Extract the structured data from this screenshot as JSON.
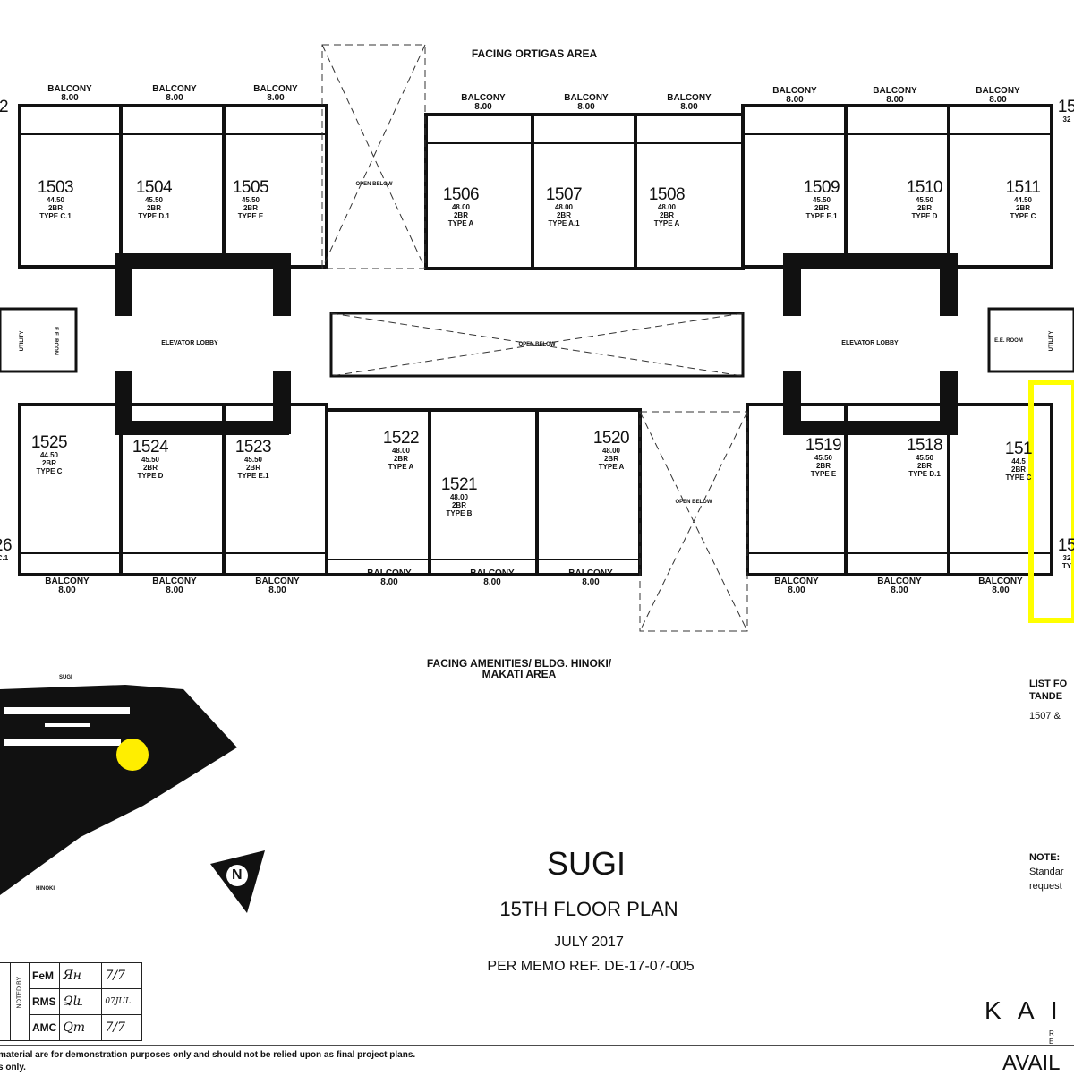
{
  "header": {
    "facing_top": "FACING ORTIGAS AREA",
    "facing_bottom_1": "FACING AMENITIES/ BLDG. HINOKI/",
    "facing_bottom_2": "MAKATI AREA"
  },
  "plan": {
    "balcony_label": "BALCONY",
    "balcony_area": "8.00",
    "open_below": "OPEN BELOW",
    "elevator_lobby": "ELEVATOR LOBBY",
    "utility": "UTILITY",
    "es_room": "E.E. ROOM",
    "top_units": [
      {
        "no": "1503",
        "area": "44.50",
        "br": "2BR",
        "type": "TYPE C.1"
      },
      {
        "no": "1504",
        "area": "45.50",
        "br": "2BR",
        "type": "TYPE D.1"
      },
      {
        "no": "1505",
        "area": "45.50",
        "br": "2BR",
        "type": "TYPE E"
      },
      {
        "no": "1506",
        "area": "48.00",
        "br": "2BR",
        "type": "TYPE A"
      },
      {
        "no": "1507",
        "area": "48.00",
        "br": "2BR",
        "type": "TYPE A.1"
      },
      {
        "no": "1508",
        "area": "48.00",
        "br": "2BR",
        "type": "TYPE A"
      },
      {
        "no": "1509",
        "area": "45.50",
        "br": "2BR",
        "type": "TYPE E.1"
      },
      {
        "no": "1510",
        "area": "45.50",
        "br": "2BR",
        "type": "TYPE D"
      },
      {
        "no": "1511",
        "area": "44.50",
        "br": "2BR",
        "type": "TYPE C"
      }
    ],
    "bottom_units": [
      {
        "no": "1525",
        "area": "44.50",
        "br": "2BR",
        "type": "TYPE C"
      },
      {
        "no": "1524",
        "area": "45.50",
        "br": "2BR",
        "type": "TYPE D"
      },
      {
        "no": "1523",
        "area": "45.50",
        "br": "2BR",
        "type": "TYPE E.1"
      },
      {
        "no": "1522",
        "area": "48.00",
        "br": "2BR",
        "type": "TYPE A"
      },
      {
        "no": "1521",
        "area": "48.00",
        "br": "2BR",
        "type": "TYPE B"
      },
      {
        "no": "1520",
        "area": "48.00",
        "br": "2BR",
        "type": "TYPE A"
      },
      {
        "no": "1519",
        "area": "45.50",
        "br": "2BR",
        "type": "TYPE E"
      },
      {
        "no": "1518",
        "area": "45.50",
        "br": "2BR",
        "type": "TYPE D.1"
      },
      {
        "no": "151",
        "area": "44.5",
        "br": "2BR",
        "type": "TYPE C"
      }
    ],
    "partial_units": [
      {
        "no": "2",
        "area": "",
        "type": ""
      },
      {
        "no": "26",
        "area": "",
        "type": "C.1"
      },
      {
        "no": "15",
        "area": "32",
        "type": ""
      },
      {
        "no": "15",
        "area": "32",
        "type": "TY"
      }
    ],
    "highlight_color": "#ffff00"
  },
  "site_map": {
    "label_top": "SUGI",
    "label_bottom": "HINOKI",
    "marker_color": "#ffee00",
    "north": "N"
  },
  "title_block": {
    "building": "SUGI",
    "floor": "15TH FLOOR PLAN",
    "date": "JULY 2017",
    "memo": "PER MEMO REF. DE-17-07-005"
  },
  "right_notes": {
    "list_1": "LIST FO",
    "list_2": "TANDE",
    "list_3": "1507 &",
    "note_head": "NOTE:",
    "note_1": "Standar",
    "note_2": "request"
  },
  "brand": {
    "logo": "K A I",
    "sub": "R E",
    "availability": "AVAIL"
  },
  "stamp": {
    "noted_by": "NOTED BY",
    "rows": [
      {
        "role": "FeM",
        "sign": "Ян",
        "date": "7/7"
      },
      {
        "role": "RMS",
        "sign": "Ձև",
        "date": "07JUL"
      },
      {
        "role": "AMC",
        "sign": "Qm",
        "date": "7/7"
      }
    ]
  },
  "disclaimer": {
    "line1": "material are for demonstration purposes only and should not be relied upon as final project plans.",
    "line2": "s only."
  }
}
